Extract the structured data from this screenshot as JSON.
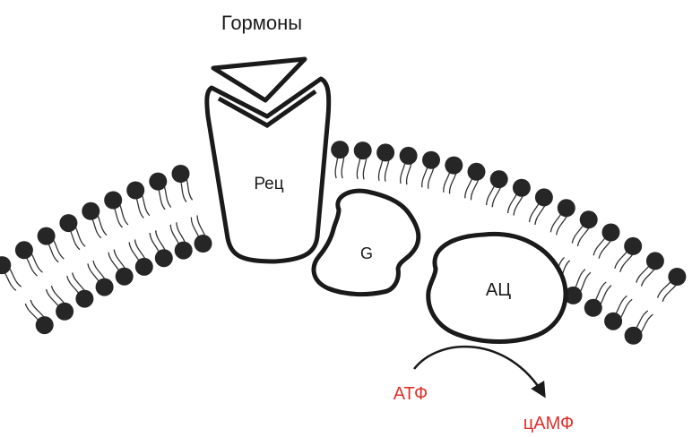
{
  "labels": {
    "hormones": "Гормоны",
    "receptor": "Рец",
    "g_protein": "G",
    "adenylate_cyclase": "АЦ",
    "atp": "АТФ",
    "camp": "цАМФ"
  },
  "colors": {
    "outline": "#1a1a1a",
    "membrane_head": "#262626",
    "membrane_tail": "#333333",
    "fill": "#ffffff",
    "reaction_text": "#e0302a"
  }
}
